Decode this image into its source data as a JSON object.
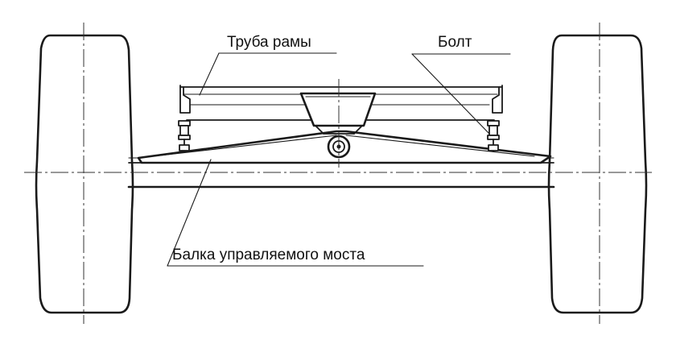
{
  "labels": {
    "frame_tube": "Труба рамы",
    "bolt": "Болт",
    "axle_beam": "Балка управляемого моста"
  },
  "colors": {
    "ink": "#1a1a1a",
    "background": "#ffffff"
  }
}
